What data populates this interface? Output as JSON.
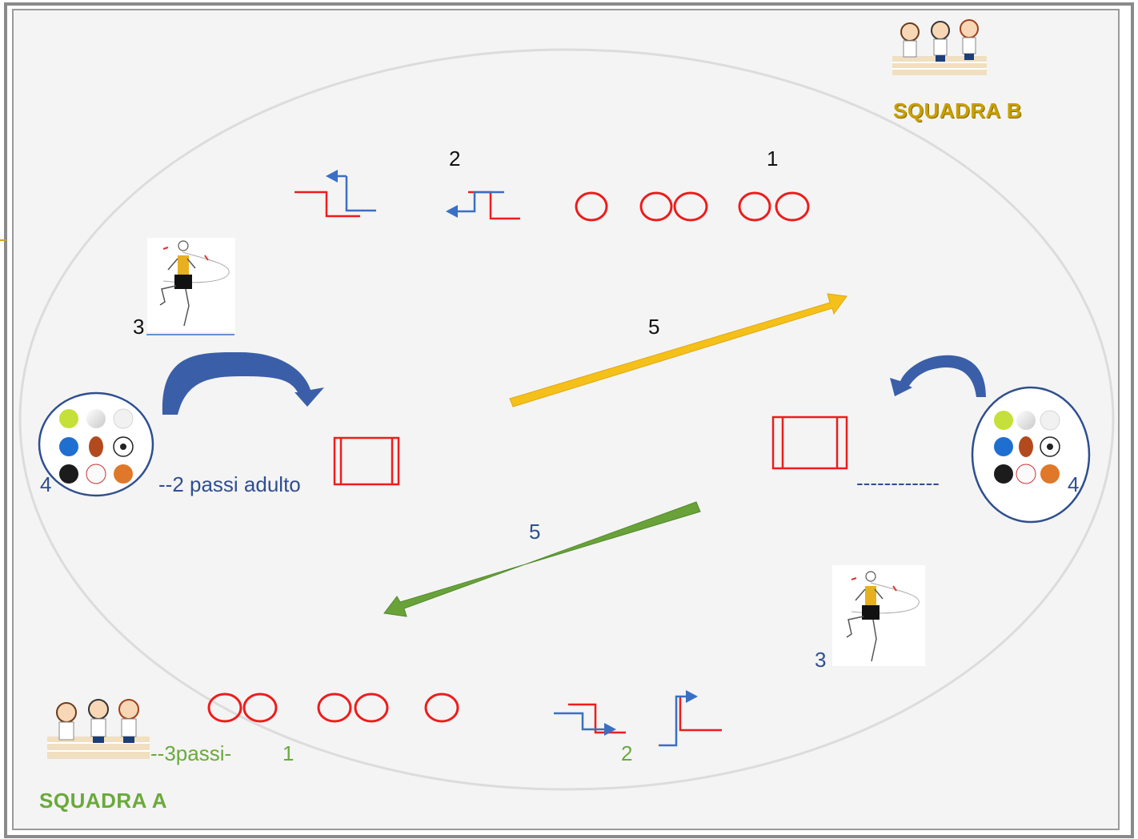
{
  "teams": {
    "a_label": "SQUADRA A",
    "b_label": "SQUADRA B",
    "a_color": "#6aaa3a",
    "b_color": "#c7a000"
  },
  "labels": {
    "num_1_top": "1",
    "num_2_top": "2",
    "num_3_left": "3",
    "num_3_right": "3",
    "num_4_left": "4",
    "num_4_right": "4",
    "num_5_top": "5",
    "num_5_bottom": "5",
    "num_1_bottom": "1",
    "num_2_bottom": "2",
    "left_note": "--2 passi adulto",
    "right_note": "------------",
    "bottom_note": "--3passi-"
  },
  "colors": {
    "frame": "#8a8a8a",
    "field_bg": "#f4f4f4",
    "oval": "#dcdcdc",
    "hoop": "#ee1c1c",
    "stair_red": "#ee1c1c",
    "stair_blue": "#3a6fc4",
    "yellow_arrow": "#f5c01a",
    "green_arrow": "#6aa23a",
    "blue_arrow": "#3a5fa8"
  },
  "icons": {
    "team_kids": "kids-running-icon",
    "ball_set": "sports-balls-icon",
    "jumper": "high-knee-runner-icon"
  }
}
